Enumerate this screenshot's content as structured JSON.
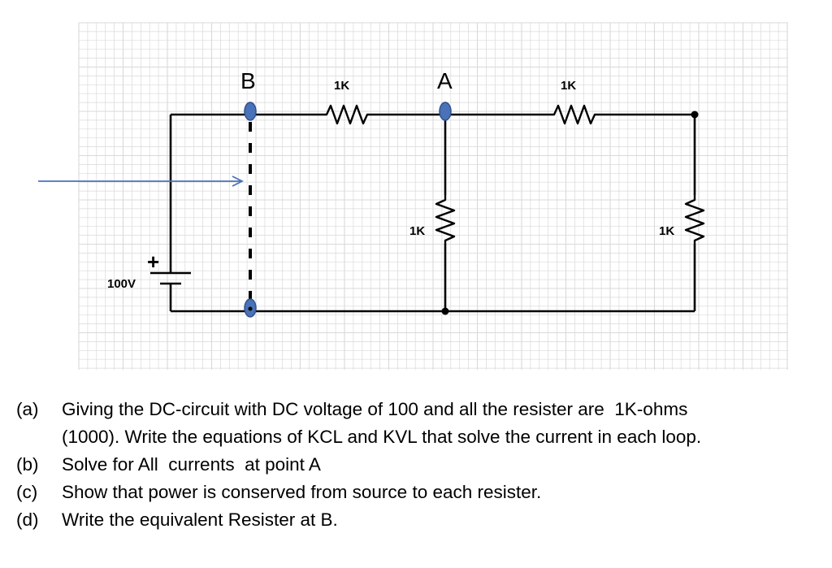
{
  "diagram": {
    "node_b": "B",
    "node_a": "A",
    "resistors": {
      "top_left": "1K",
      "top_right": "1K",
      "middle": "1K",
      "right": "1K"
    },
    "source": {
      "voltage": "100V",
      "plus": "+"
    },
    "colors": {
      "grid": "#d9d9d9",
      "wire": "#000000",
      "node": "#4a72b8",
      "arrow": "#4a72b8"
    }
  },
  "questions": [
    {
      "id": "(a)",
      "lines": [
        "Giving the DC-circuit with DC voltage of 100 and all the resister are  1K-ohms",
        "(1000). Write the equations of KCL and KVL that solve the current in each loop."
      ]
    },
    {
      "id": "(b)",
      "lines": [
        "Solve for All  currents  at point A"
      ]
    },
    {
      "id": "(c)",
      "lines": [
        "Show that power is conserved from source to each resister."
      ]
    },
    {
      "id": "(d)",
      "lines": [
        "Write the equivalent Resister at B."
      ]
    }
  ]
}
